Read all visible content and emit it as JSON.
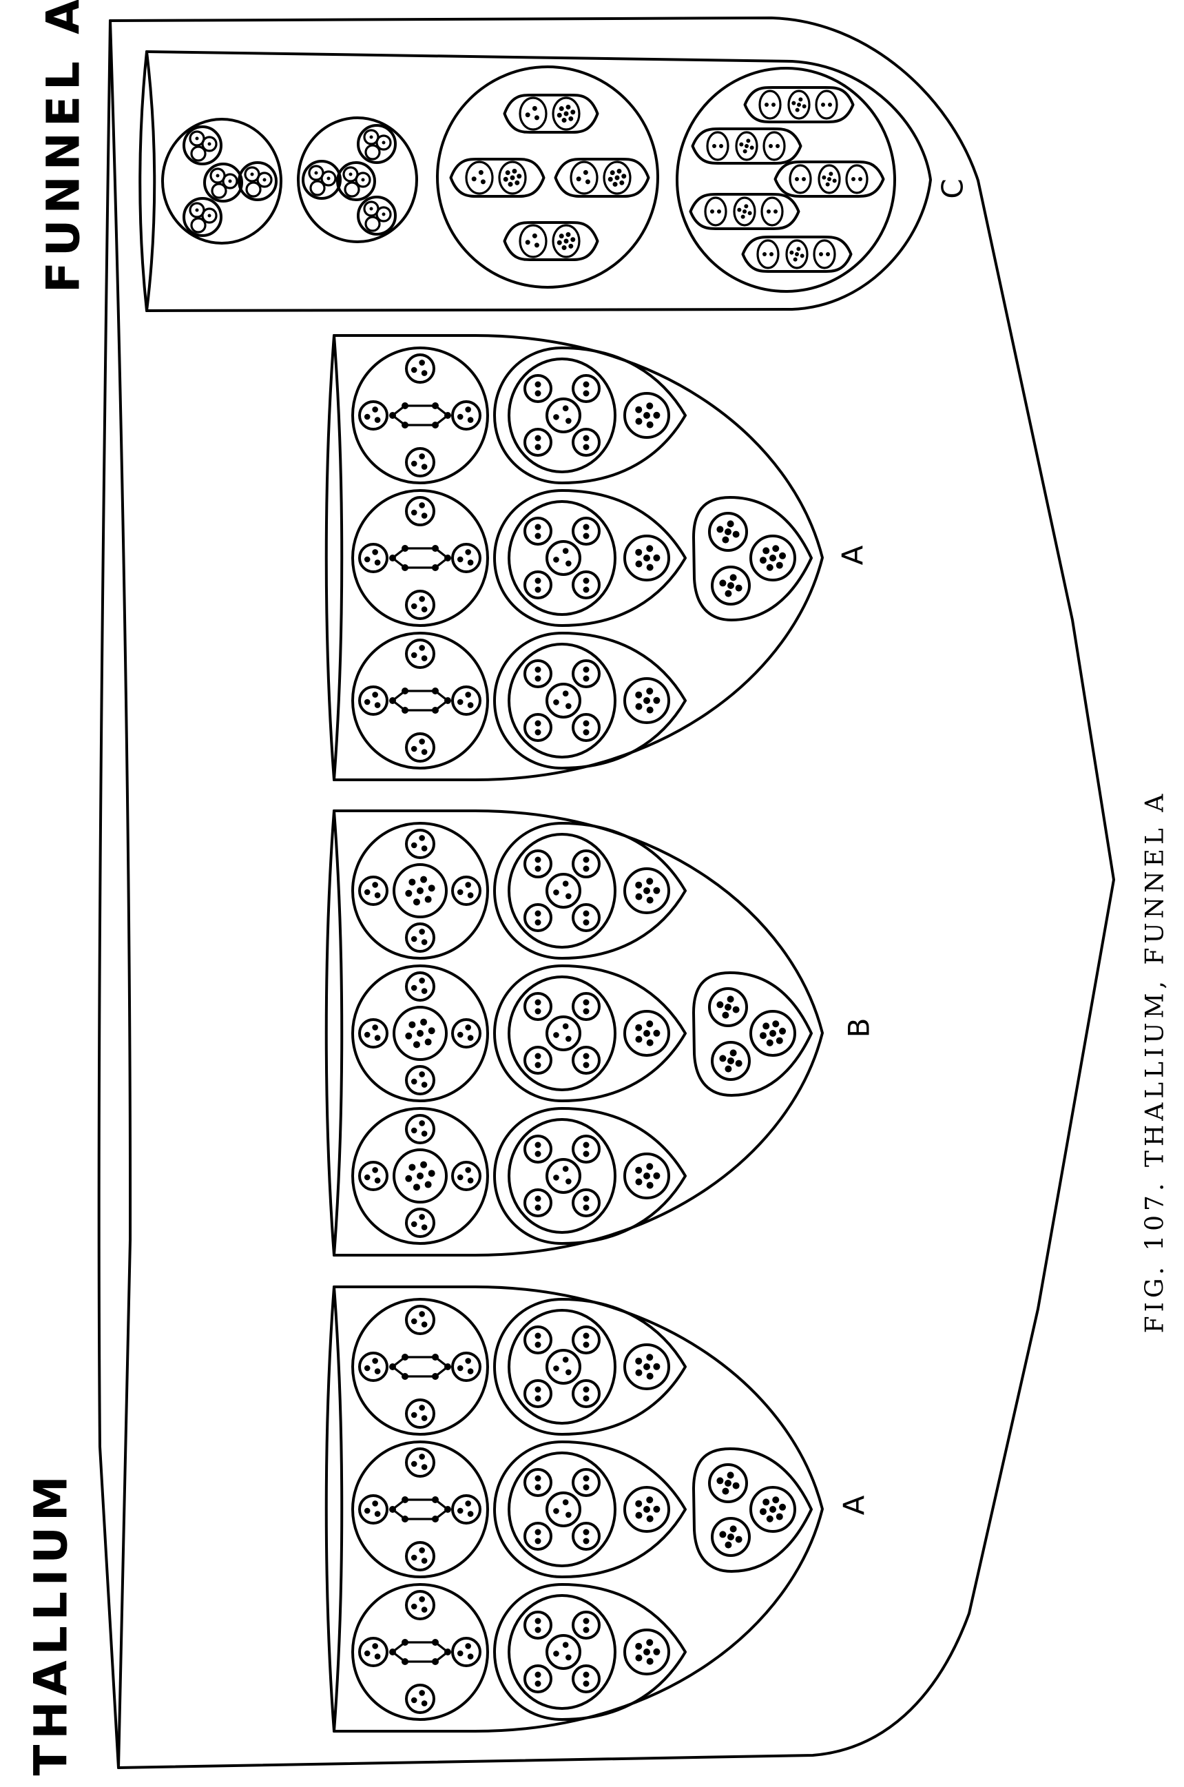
{
  "figure": {
    "title_top": "FUNNEL A",
    "title_bottom": "THALLIUM",
    "caption": "FIG. 107. THALLIUM, FUNNEL A",
    "ink_color": "#000000",
    "paper_color": "#ffffff"
  },
  "funnel_c": {
    "label": "C",
    "small_clusters": 2,
    "lens_oval_count": 4,
    "triple_lens_oval_count": 5
  },
  "groups": [
    {
      "label": "A",
      "type": "A",
      "rows": 3,
      "columns": 2,
      "extra_bag": 1
    },
    {
      "label": "B",
      "type": "B",
      "rows": 3,
      "columns": 2,
      "extra_bag": 1
    },
    {
      "label": "A",
      "type": "A",
      "rows": 3,
      "columns": 2,
      "extra_bag": 1
    }
  ]
}
